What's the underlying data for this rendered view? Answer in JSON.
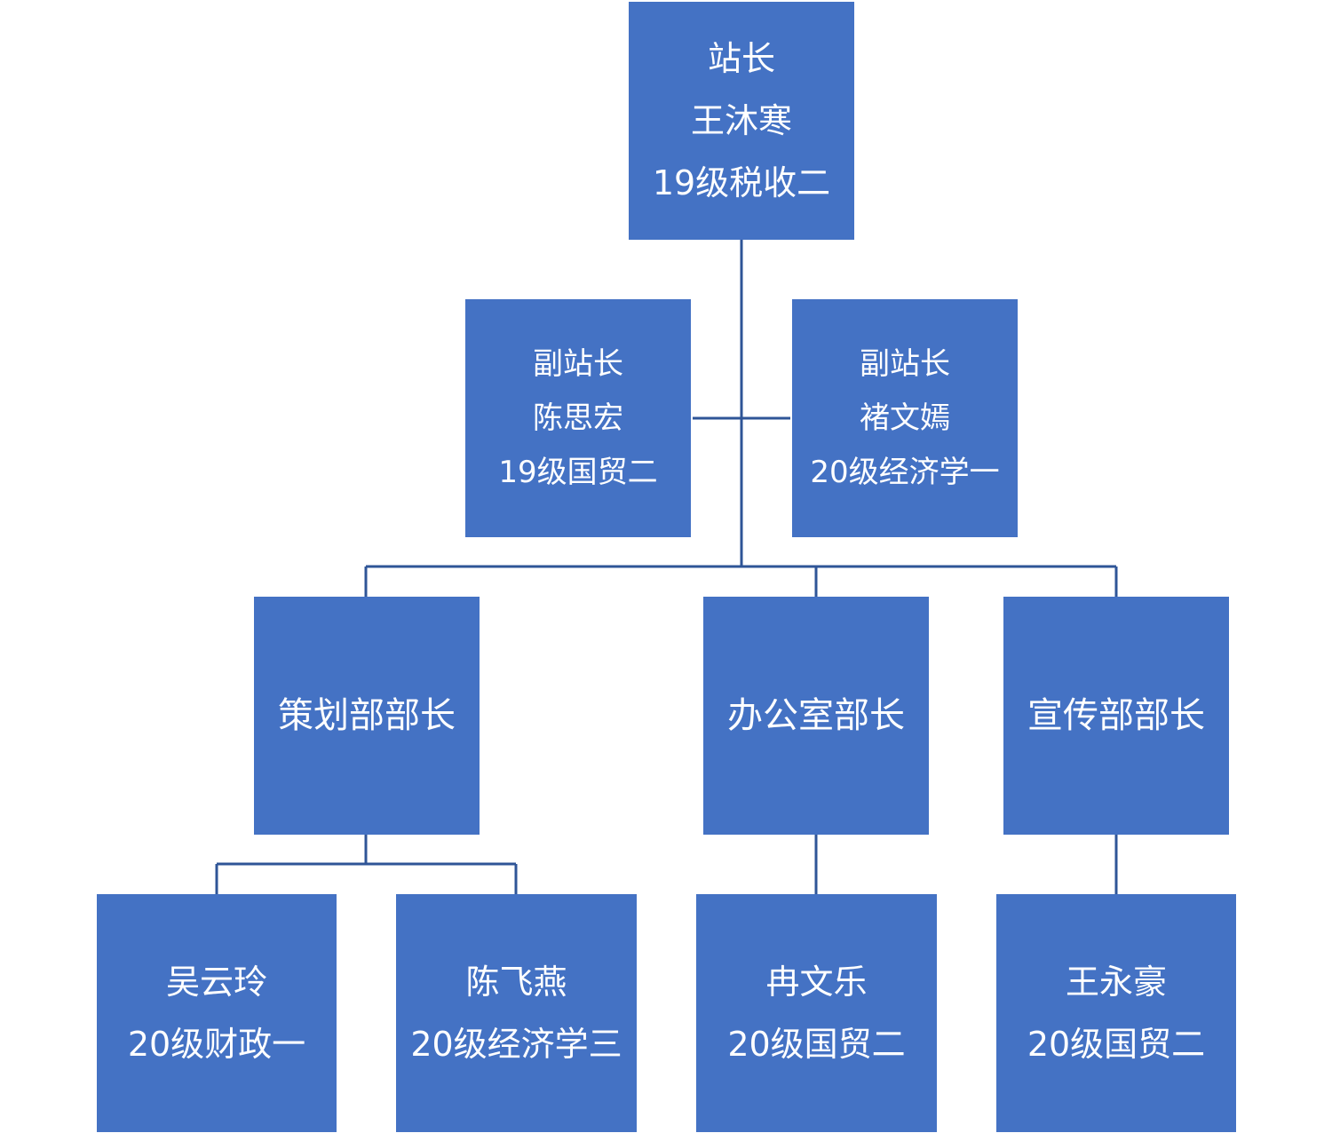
{
  "colors": {
    "box_fill": "#4472c4",
    "box_text": "#ffffff",
    "connector": "#2f5597"
  },
  "director": {
    "title": "站长",
    "name": "王沐寒",
    "class": "19级税收二"
  },
  "deputies": [
    {
      "title": "副站长",
      "name": "陈思宏",
      "class": "19级国贸二"
    },
    {
      "title": "副站长",
      "name": "褚文嫣",
      "class": "20级经济学一"
    }
  ],
  "departments": [
    {
      "title": "策划部部长"
    },
    {
      "title": "办公室部长"
    },
    {
      "title": "宣传部部长"
    }
  ],
  "members": [
    {
      "name": "吴云玲",
      "class": "20级财政一"
    },
    {
      "name": "陈飞燕",
      "class": "20级经济学三"
    },
    {
      "name": "冉文乐",
      "class": "20级国贸二"
    },
    {
      "name": "王永豪",
      "class": "20级国贸二"
    }
  ]
}
